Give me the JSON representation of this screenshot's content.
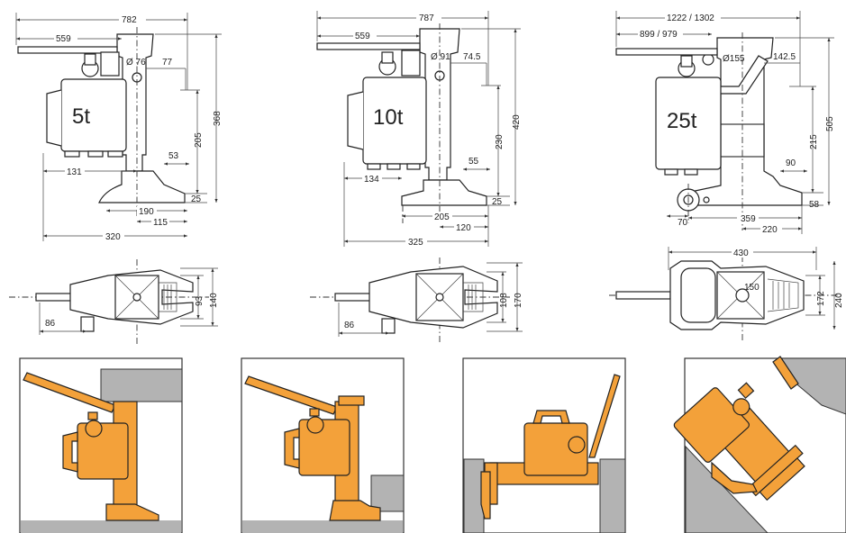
{
  "jack_5t": {
    "capacity": "5t",
    "dims": {
      "overall_length": "782",
      "handle": "559",
      "bore": "Ø 76",
      "toe_offset": "77",
      "height_total": "368",
      "height_toe": "205",
      "toe_width": "53",
      "toe_height": "25",
      "body_offset": "131",
      "base_190": "190",
      "base_115": "115",
      "base_total": "320"
    },
    "plan": {
      "handle_offset": "86",
      "width_inner": "93",
      "width_outer": "140"
    }
  },
  "jack_10t": {
    "capacity": "10t",
    "dims": {
      "overall_length": "787",
      "handle": "559",
      "bore": "Ø 91",
      "toe_offset": "74.5",
      "height_total": "420",
      "height_toe": "230",
      "toe_width": "55",
      "toe_height": "25",
      "body_offset": "134",
      "base_205": "205",
      "base_120": "120",
      "base_total": "325"
    },
    "plan": {
      "handle_offset": "86",
      "width_inner": "108",
      "width_outer": "170"
    }
  },
  "jack_25t": {
    "capacity": "25t",
    "dims": {
      "overall_length": "1222 / 1302",
      "handle": "899 / 979",
      "bore": "Ø155",
      "toe_offset": "142.5",
      "height_total": "505",
      "height_toe": "215",
      "toe_width": "90",
      "toe_height": "58",
      "wheel": "70",
      "base_359": "359",
      "base_220": "220"
    },
    "plan": {
      "total_width": "430",
      "bore_plan": "150",
      "width_inner": "172",
      "width_outer": "240"
    }
  },
  "usage_panels": [
    "top-lift",
    "toe-lift",
    "horizontal-spread",
    "angled-push"
  ],
  "colors": {
    "jack_orange": "#f3a13a",
    "surface_grey": "#b3b3b3",
    "line": "#222222"
  }
}
